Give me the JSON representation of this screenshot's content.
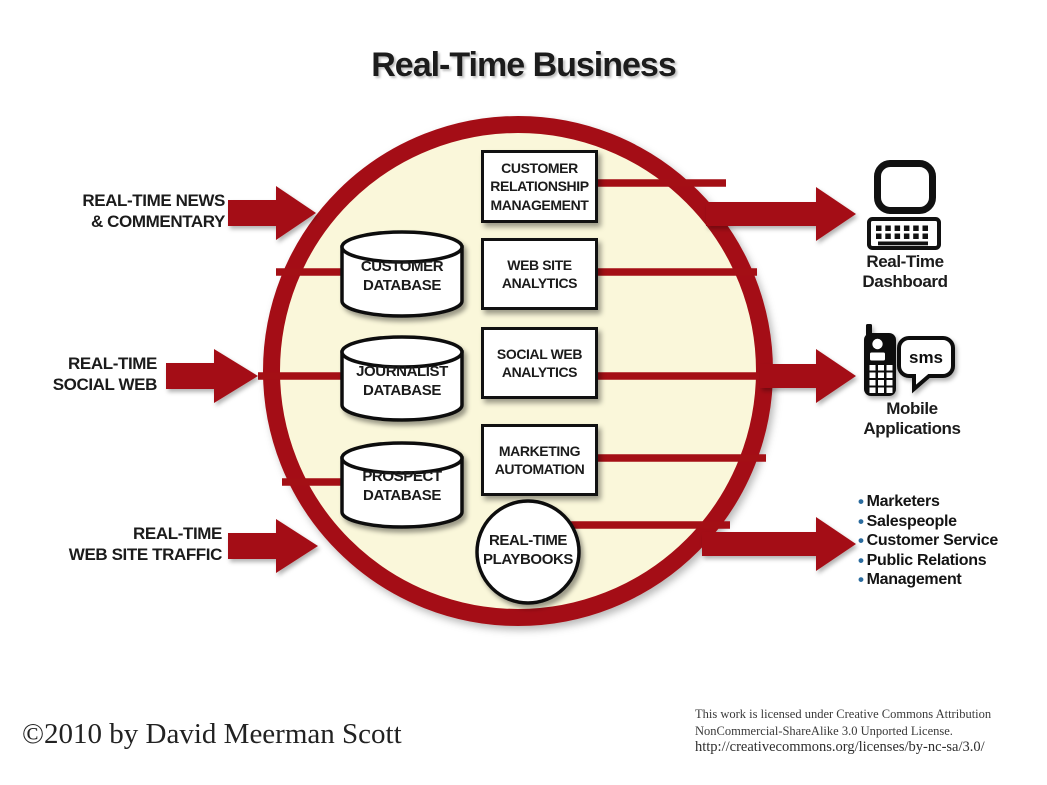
{
  "title": "Real-Time Business",
  "colors": {
    "red": "#A40F15",
    "cream": "#FAF7DA",
    "bullet_blue": "#2A6B9E"
  },
  "inputs": [
    {
      "label": "REAL-TIME NEWS\n& COMMENTARY"
    },
    {
      "label": "REAL-TIME\nSOCIAL WEB"
    },
    {
      "label": "REAL-TIME\nWEB SITE TRAFFIC"
    }
  ],
  "systems": [
    "CUSTOMER\nRELATIONSHIP\nMANAGEMENT",
    "WEB SITE\nANALYTICS",
    "SOCIAL WEB\nANALYTICS",
    "MARKETING\nAUTOMATION"
  ],
  "databases": [
    "CUSTOMER\nDATABASE",
    "JOURNALIST\nDATABASE",
    "PROSPECT\nDATABASE"
  ],
  "playbooks": "REAL-TIME\nPLAYBOOKS",
  "outputs": {
    "dashboard_label": "Real-Time\nDashboard",
    "mobile_label": "Mobile\nApplications",
    "sms": "sms",
    "audiences": [
      "Marketers",
      "Salespeople",
      "Customer Service",
      "Public Relations",
      "Management"
    ]
  },
  "footer": {
    "copyright": "©2010 by David Meerman Scott",
    "license_line1": "This work is licensed under Creative Commons Attribution",
    "license_line2": "NonCommercial-ShareAlike 3.0 Unported License.",
    "license_url": "http://creativecommons.org/licenses/by-nc-sa/3.0/"
  }
}
